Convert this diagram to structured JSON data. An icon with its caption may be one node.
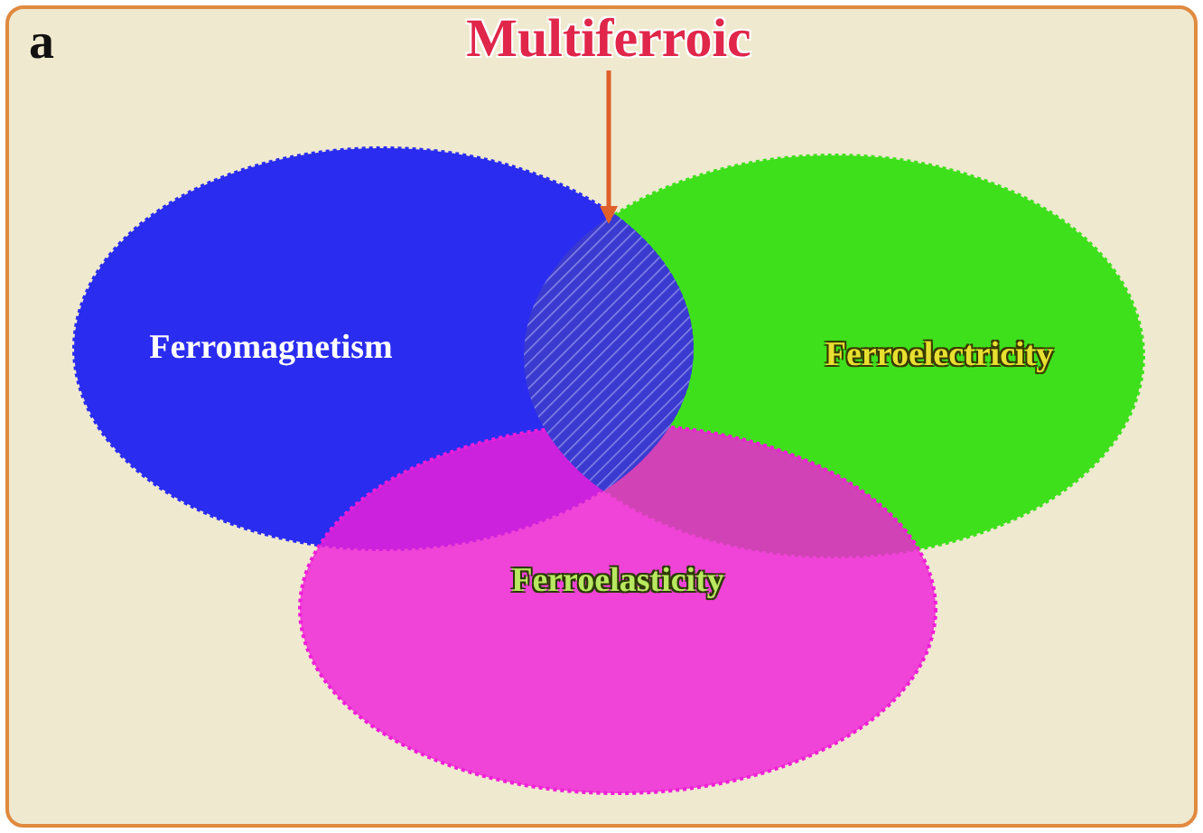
{
  "diagram": {
    "nodes": [
      {
        "text": [
          "Multiferroic"
        ]
      },
      {
        "text": [
          "Ferromagnetism"
        ]
      },
      {
        "text": [
          "Ferroelectricity"
        ]
      },
      {
        "text": [
          "Ferroelasticity"
        ]
      },
      {
        "text": [],
        "shape": "lens"
      }
    ],
    "edges": [
      {
        "from": 0,
        "to": 4,
        "arrow": "to"
      }
    ],
    "labels": [
      "a"
    ]
  }
}
